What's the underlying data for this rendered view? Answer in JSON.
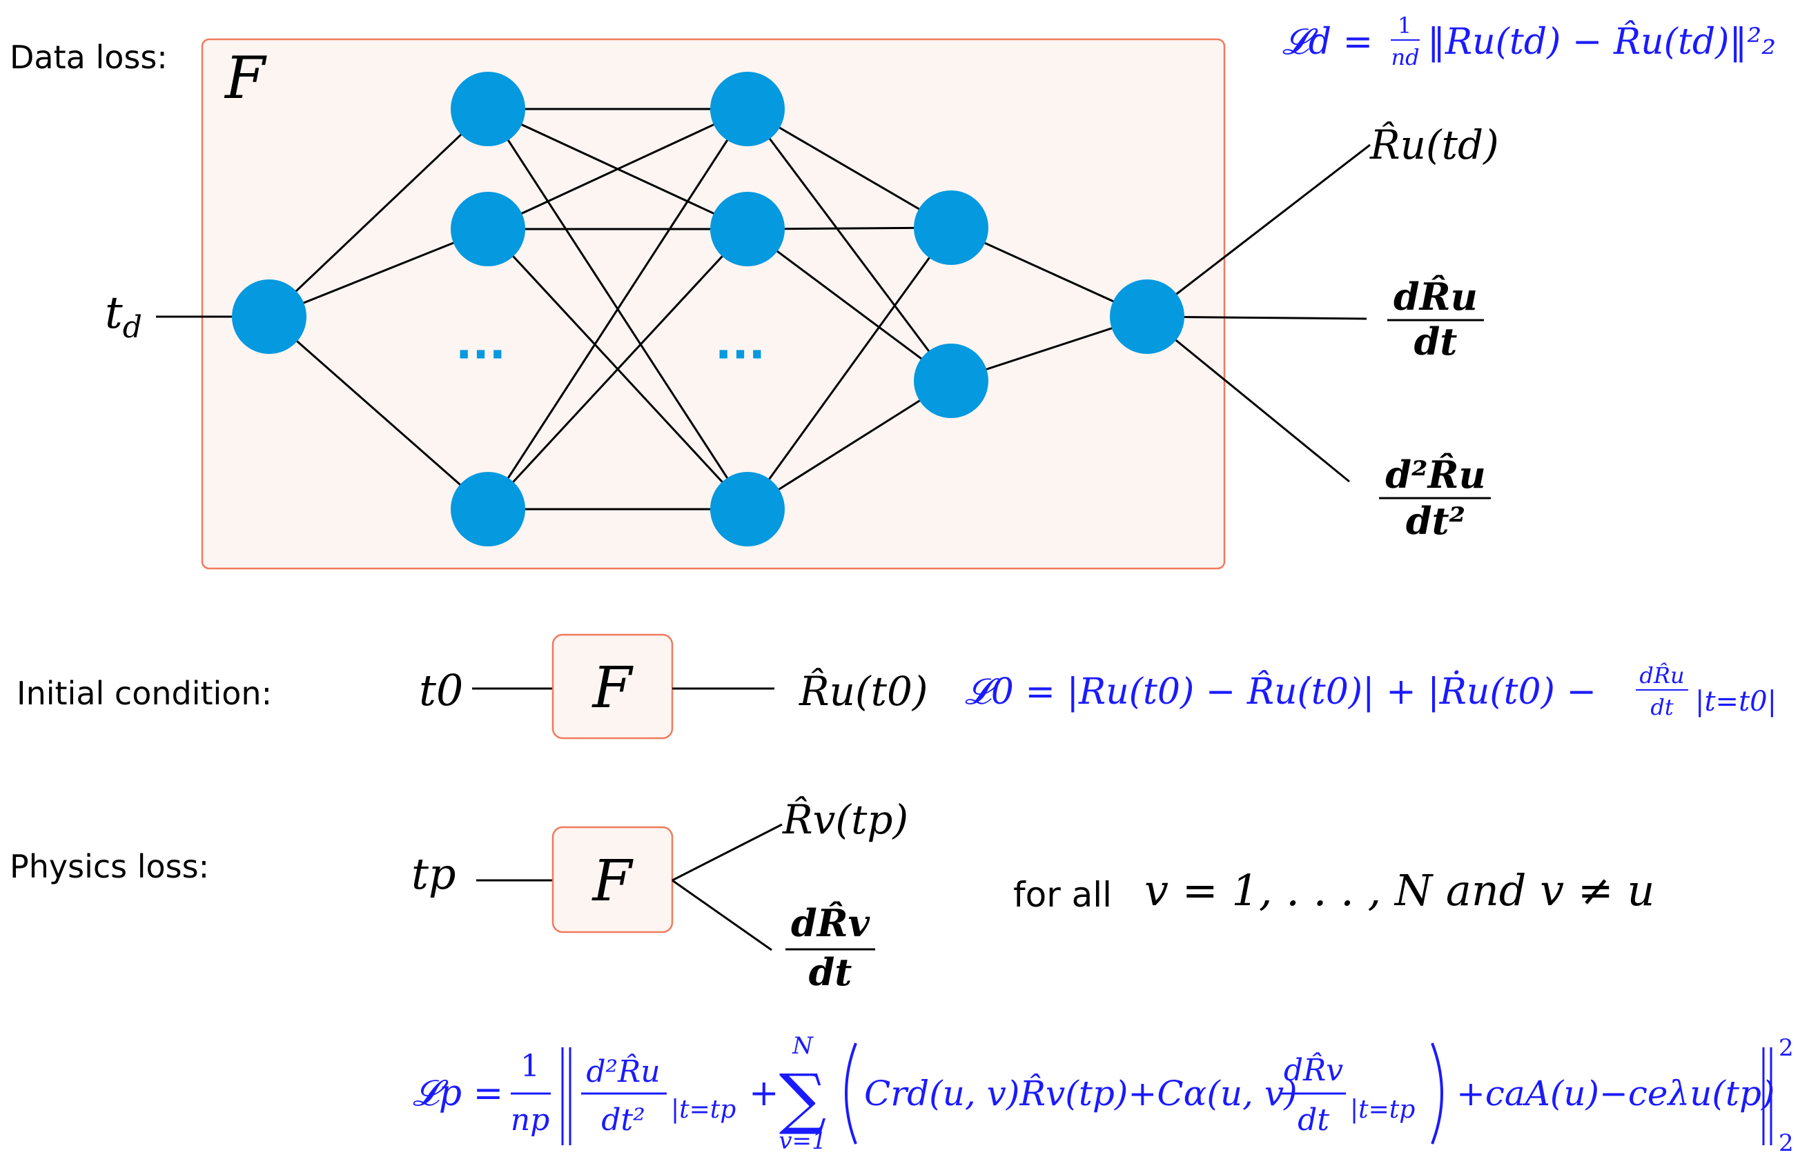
{
  "colors": {
    "node": "#0599df",
    "box_fill": "#fdf5f2",
    "box_stroke": "#f07a5d",
    "formula": "#1a1aff",
    "text": "#000000"
  },
  "sections": {
    "data_loss": "Data loss:",
    "initial_condition": "Initial condition:",
    "physics_loss": "Physics loss:"
  },
  "network": {
    "label": "F",
    "ellipsis": "···",
    "input": {
      "base": "t",
      "sub": "d"
    }
  },
  "outputs_data": {
    "o1": "R̂u(td)",
    "o2_num": "dR̂u",
    "o2_den": "dt",
    "o3_num": "d²R̂u",
    "o3_den": "dt²"
  },
  "loss_data": {
    "lhs": "𝓛d = ",
    "frac_num": "1",
    "frac_den": "nd",
    "rhs": "‖Ru(td) − R̂u(td)‖²₂"
  },
  "initial": {
    "input": "t0",
    "box_label": "F",
    "output": "R̂u(t0)",
    "loss_part1": "𝓛0 = |Ru(t0) − R̂u(t0)| + |Ṙu(t0) −",
    "loss_frac_num": "dR̂u",
    "loss_frac_den": "dt",
    "loss_part2": "|t=t0|"
  },
  "physics": {
    "input": "tp",
    "box_label": "F",
    "out1": "R̂v(tp)",
    "out2_num": "dR̂v",
    "out2_den": "dt",
    "cond_prefix": "for all",
    "cond_math": "v = 1, . . . , N and v ≠ u"
  },
  "loss_physics": {
    "lhs": "𝓛p =",
    "frac_num": "1",
    "frac_den": "np",
    "d2_num": "d²R̂u",
    "d2_den": "dt²",
    "eval1": "|t=tp",
    "plus": "+",
    "sum_sym": "∑",
    "sum_top": "N",
    "sum_bot": "v=1",
    "inner1": "Crd(u, v)R̂v(tp)+Cα(u, v)",
    "dv_num": "dR̂v",
    "dv_den": "dt",
    "eval2": "|t=tp",
    "tail": "+caA(u)−ceλu(tp)",
    "norm_sup": "2",
    "norm_sub": "2"
  }
}
